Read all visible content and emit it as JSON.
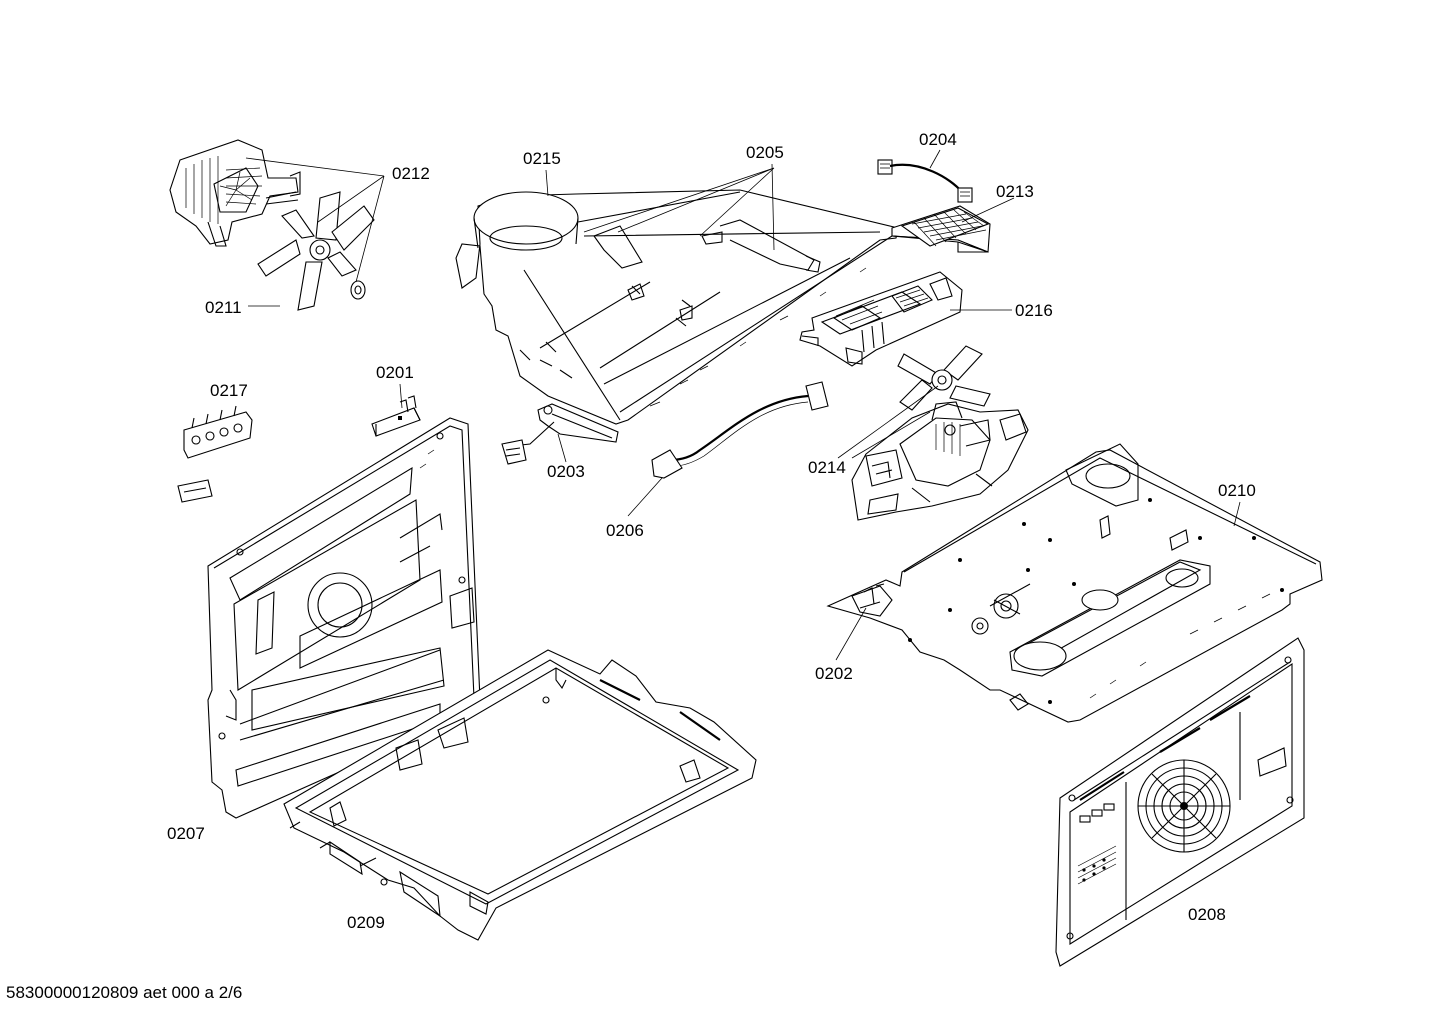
{
  "diagram": {
    "labels": {
      "p0215": "0215",
      "p0205": "0205",
      "p0204": "0204",
      "p0213": "0213",
      "p0212": "0212",
      "p0211": "0211",
      "p0216": "0216",
      "p0217": "0217",
      "p0201": "0201",
      "p0203": "0203",
      "p0214": "0214",
      "p0206": "0206",
      "p0210": "0210",
      "p0202": "0202",
      "p0207": "0207",
      "p0209": "0209",
      "p0208": "0208"
    },
    "footer": "58300000120809 aet 000 a 2/6"
  }
}
